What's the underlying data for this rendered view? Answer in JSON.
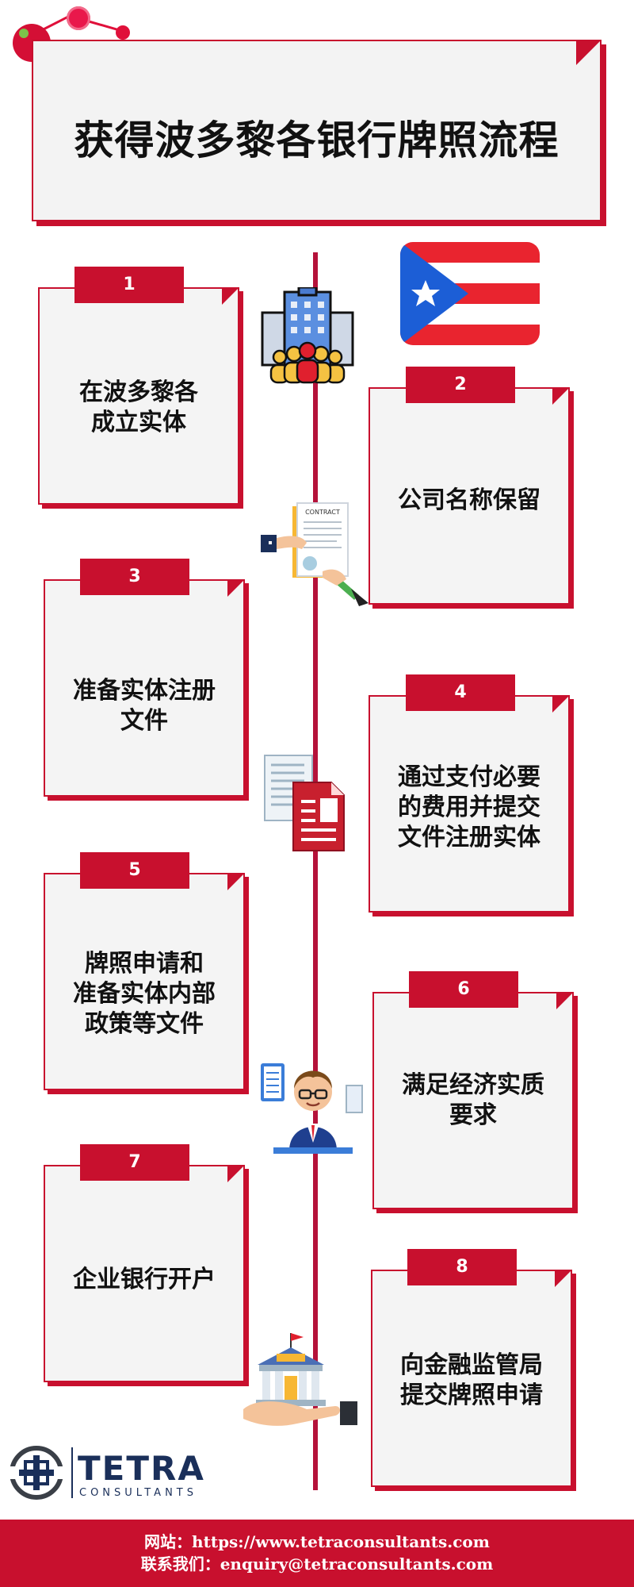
{
  "title": "获得波多黎各银行牌照流程",
  "steps": [
    {
      "number": "1",
      "text": "在波多黎各\n成立实体"
    },
    {
      "number": "2",
      "text": "公司名称保留"
    },
    {
      "number": "3",
      "text": "准备实体注册\n文件"
    },
    {
      "number": "4",
      "text": "通过支付必要\n的费用并提交\n文件注册实体"
    },
    {
      "number": "5",
      "text": "牌照申请和\n准备实体内部\n政策等文件"
    },
    {
      "number": "6",
      "text": "满足经济实质\n要求"
    },
    {
      "number": "7",
      "text": "企业银行开户"
    },
    {
      "number": "8",
      "text": "向金融监管局\n提交牌照申请"
    }
  ],
  "logo": {
    "name": "TETRA",
    "sub": "CONSULTANTS"
  },
  "footer": {
    "website": "网站：https://www.tetraconsultants.com",
    "contact": "联系我们：enquiry@tetraconsultants.com"
  },
  "icons": [
    "flag-puerto-rico-icon",
    "office-building-people-icon",
    "contract-signing-icon",
    "documents-icon",
    "businessman-desk-icon",
    "bank-in-hand-icon"
  ],
  "colors": {
    "accent": "#c8102e",
    "card_bg": "#f4f4f4",
    "navy": "#1a2f5a"
  }
}
